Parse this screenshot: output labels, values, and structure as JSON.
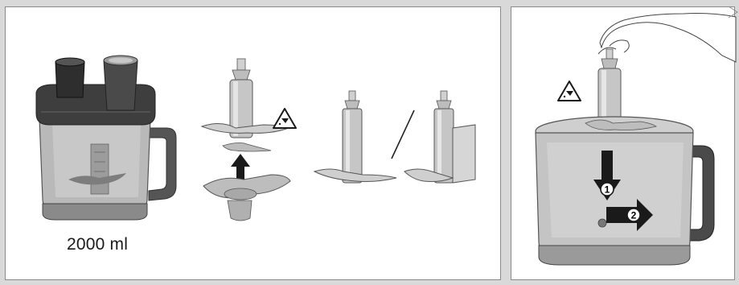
{
  "panels": {
    "left": {
      "capacity_label": "2000 ml"
    },
    "right": {
      "step_1": "1",
      "step_2": "2"
    }
  }
}
